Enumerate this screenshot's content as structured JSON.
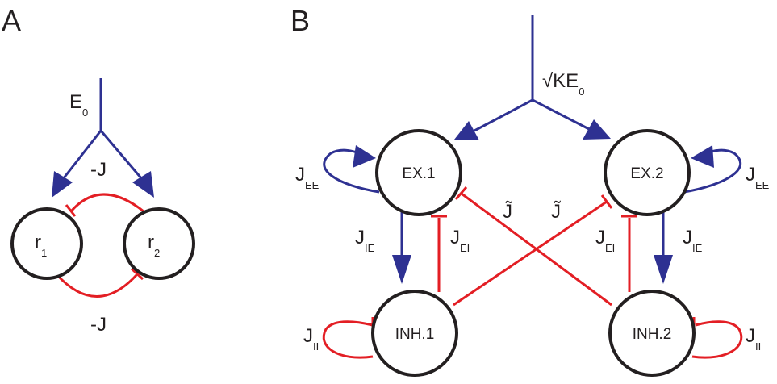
{
  "panel_a": {
    "label": "A",
    "input_label": "E",
    "input_sub": "0",
    "top_coupling": "-J",
    "bottom_coupling": "-J",
    "node1_label": "r",
    "node1_sub": "1",
    "node2_label": "r",
    "node2_sub": "2"
  },
  "panel_b": {
    "label": "B",
    "input_label": "√KE",
    "input_sub": "0",
    "ex1": "EX.1",
    "ex2": "EX.2",
    "inh1": "INH.1",
    "inh2": "INH.2",
    "j_left": "J",
    "j_left_sub": "EE",
    "j_right": "J",
    "j_right_sub": "EE",
    "jie_left": "J",
    "jie_left_sub": "IE",
    "jei_left": "J",
    "jei_left_sub": "EI",
    "jei_right": "J",
    "jei_right_sub": "EI",
    "jie_right": "J",
    "jie_right_sub": "IE",
    "jtilde_left": "J̃",
    "jtilde_right": "J̃",
    "jii_left": "J",
    "jii_left_sub": "II",
    "jii_right": "J",
    "jii_right_sub": "II"
  },
  "colors": {
    "excitatory": "#2e3192",
    "inhibitory": "#e31e24",
    "node_stroke": "#231f20"
  }
}
